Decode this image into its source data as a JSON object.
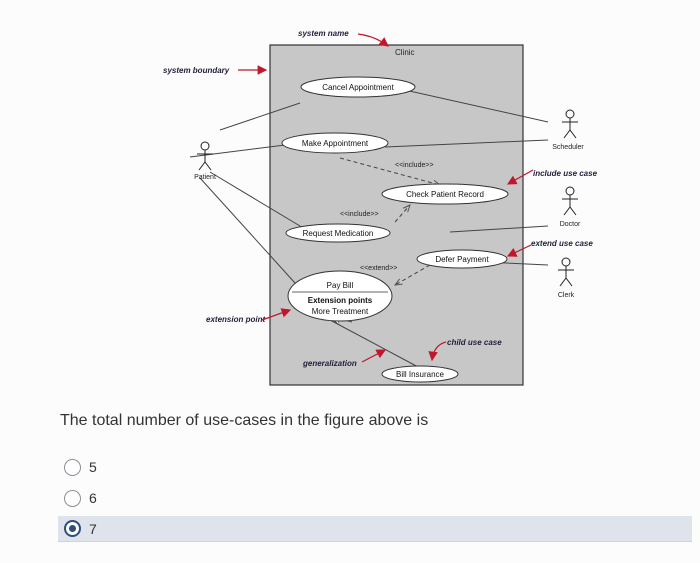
{
  "diagram": {
    "system_name": "Clinic",
    "use_cases": [
      "Cancel Appointment",
      "Make Appointment",
      "Check Patient Record",
      "Request Medication",
      "Defer Payment",
      "Pay Bill",
      "Bill Insurance"
    ],
    "pay_bill_extension_title": "Extension points",
    "pay_bill_extension_item": "More Treatment",
    "actors": [
      "Patient",
      "Scheduler",
      "Doctor",
      "Clerk"
    ],
    "stereotypes": {
      "include1": "<<include>>",
      "include2": "<<include>>",
      "extend": "<<extend>>"
    },
    "annotations": {
      "system_name": "system name",
      "system_boundary": "system boundary",
      "include_use_case": "include use case",
      "extend_use_case": "extend use case",
      "extension_point": "extension point",
      "child_use_case": "child use case",
      "generalization": "generalization"
    }
  },
  "question": {
    "text": "The total number of use-cases in the figure above is",
    "options": [
      "5",
      "6",
      "7"
    ],
    "selected": "7"
  }
}
